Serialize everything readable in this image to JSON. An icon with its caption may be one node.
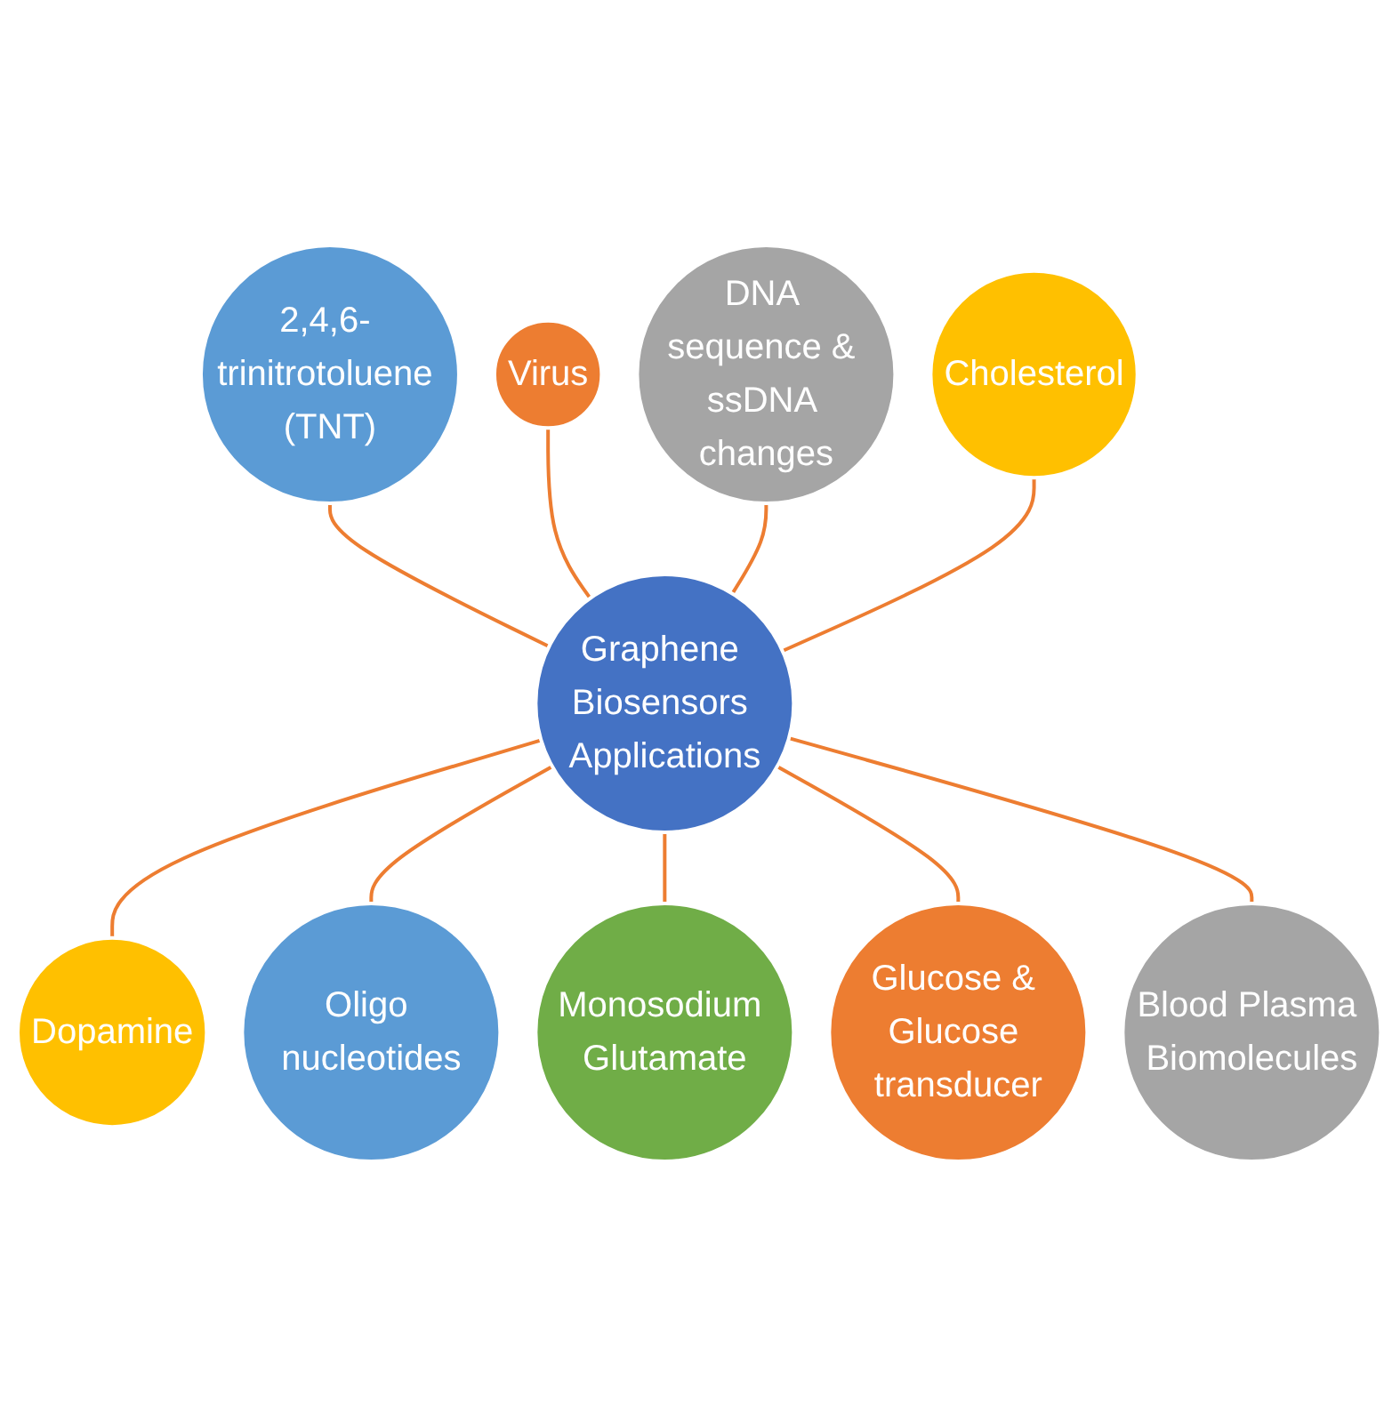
{
  "diagram": {
    "nodes": [
      {
        "text": [
          "Graphene Biosensors Applications"
        ]
      },
      {
        "text": [
          "Virus"
        ]
      },
      {
        "text": [
          "DNA sequence & ssDNA changes"
        ]
      },
      {
        "text": [
          "Dopamine"
        ]
      },
      {
        "text": [
          "Oligo nucleotides"
        ]
      },
      {
        "text": [
          "Monosodium Glutamate"
        ]
      },
      {
        "text": [
          "Glucose & Glucose transducer"
        ]
      },
      {
        "text": [
          "Blood Plasma Biomolecules"
        ]
      },
      {
        "text": [
          "Cholesterol"
        ]
      },
      {
        "text": [
          "2,4,6- trinitrotoluene (TNT)"
        ]
      }
    ],
    "edges": [
      {
        "from": 9,
        "to": 0,
        "arrow": "none"
      },
      {
        "from": 1,
        "to": 0,
        "arrow": "none"
      },
      {
        "from": 2,
        "to": 0,
        "arrow": "none"
      },
      {
        "from": 8,
        "to": 0,
        "arrow": "none"
      },
      {
        "from": 0,
        "to": 3,
        "arrow": "none"
      },
      {
        "from": 0,
        "to": 4,
        "arrow": "none"
      },
      {
        "from": 0,
        "to": 5,
        "arrow": "none"
      },
      {
        "from": 0,
        "to": 6,
        "arrow": "none"
      },
      {
        "from": 0,
        "to": 7,
        "arrow": "none"
      }
    ]
  }
}
